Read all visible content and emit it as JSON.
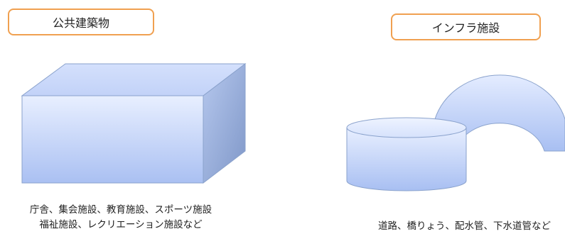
{
  "public_buildings": {
    "title": "公共建築物",
    "caption_line1": "庁舎、集会施設、教育施設、スポーツ施設",
    "caption_line2": "福祉施設、レクリエーション施設など"
  },
  "infrastructure": {
    "title": "インフラ施設",
    "caption": "道路、橋りょう、配水管、下水道管など"
  },
  "colors": {
    "label_border": "#f0a050",
    "shape_light": "#e6eeff",
    "shape_mid": "#b4c8f6",
    "shape_dark": "#8ea6d8",
    "shape_stroke": "#8aa2cc"
  }
}
